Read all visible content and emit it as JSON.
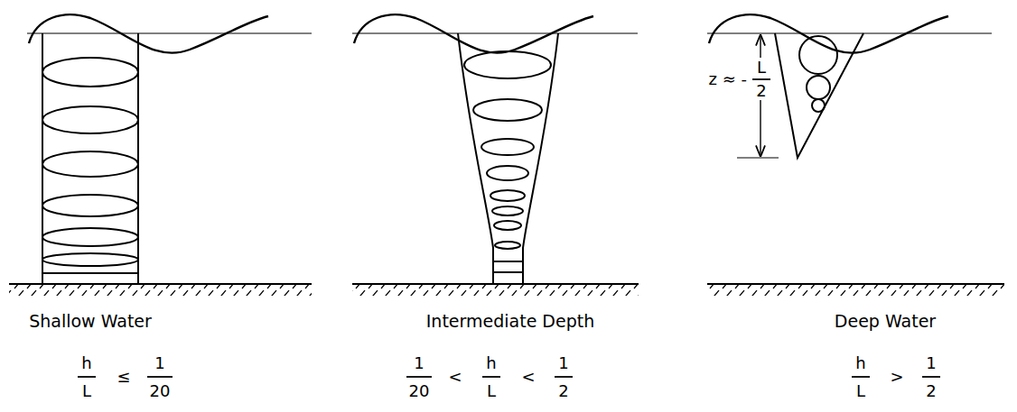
{
  "diagram": {
    "labels": [
      "Shallow Water",
      "h",
      "L",
      "≤",
      "1",
      "20",
      "Intermediate Depth",
      "1",
      "20",
      "<",
      "h",
      "L",
      "<",
      "1",
      "2",
      "Deep Water",
      "h",
      "L",
      ">",
      "1",
      "2",
      "z ≈ -",
      "L",
      "2"
    ]
  }
}
